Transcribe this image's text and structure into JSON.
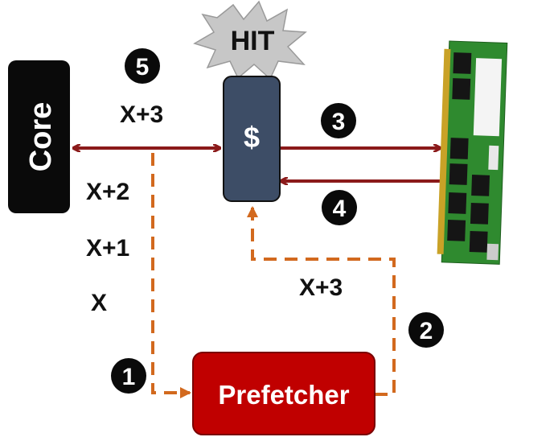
{
  "blocks": {
    "core": {
      "label": "Core"
    },
    "cache": {
      "label": "$"
    },
    "prefetcher": {
      "label": "Prefetcher"
    },
    "hit_burst": {
      "label": "HIT"
    }
  },
  "steps": [
    "1",
    "2",
    "3",
    "4",
    "5"
  ],
  "addresses": {
    "x": "X",
    "x1": "X+1",
    "x2": "X+2",
    "x3_core": "X+3",
    "x3_prefetch": "X+3"
  },
  "colors": {
    "core_fill": "#0a0a0a",
    "cache_fill": "#3d4d66",
    "prefetcher_fill": "#c00000",
    "request_arrow": "#8b1a1a",
    "prefetch_arrow": "#d2691e",
    "burst_fill": "#c7c7c7",
    "pcb_green": "#2f8a2f",
    "chip_black": "#151515"
  },
  "icons": [
    "dram-module-icon",
    "hit-burst-icon"
  ]
}
